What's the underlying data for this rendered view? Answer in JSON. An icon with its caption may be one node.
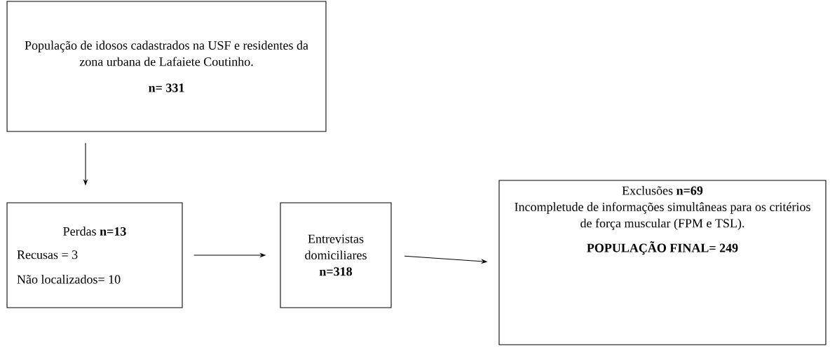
{
  "diagram": {
    "nodes": [
      {
        "text": [
          "População de idosos cadastrados na USF e residentes da zona urbana de Lafaiete Coutinho.",
          "n= 331"
        ]
      },
      {
        "text": [
          "Perdas **n=13**",
          "Recusas = 3",
          "Não localizados= 10"
        ]
      },
      {
        "text": [
          "Entrevistas domiciliares",
          "n=318"
        ]
      },
      {
        "text": [
          "Exclusões **n=69**",
          "Incompletude de informações simultâneas para os critérios de força muscular (FPM e TSL).",
          "POPULAÇÃO FINAL= 249"
        ]
      }
    ],
    "edges": [
      {
        "from": 0,
        "to": 1,
        "arrow": "to"
      },
      {
        "from": 1,
        "to": 2,
        "arrow": "to"
      },
      {
        "from": 2,
        "to": 3,
        "arrow": "to"
      }
    ]
  }
}
